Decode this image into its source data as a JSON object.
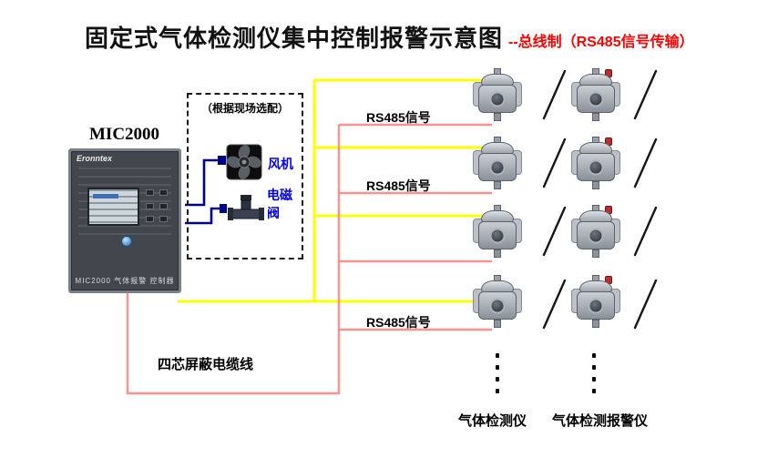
{
  "title": {
    "main": "固定式气体检测仪集中控制报警示意图",
    "suffix": "--总线制（RS485信号传输）"
  },
  "controller": {
    "name_label": "MIC2000",
    "brand": "Eronntex",
    "panel_caption": "MIC2000 气体报警 控制器"
  },
  "optional_box": {
    "caption": "（根据现场选配）",
    "fan_label": "风机",
    "valve_label": "电磁阀"
  },
  "rs485_labels": [
    "RS485信号",
    "RS485信号",
    "RS485信号"
  ],
  "cable_label": "四芯屏蔽电缆线",
  "column_labels": {
    "detector": "气体检测仪",
    "alarm": "气体检测报警仪"
  },
  "colors": {
    "title_suffix_red": "#fe0000",
    "equipment_label_blue": "#0000e0",
    "yellow_wire": "#ffff00",
    "pink_wire": "#ff9191",
    "navy_wire": "#00008b"
  }
}
